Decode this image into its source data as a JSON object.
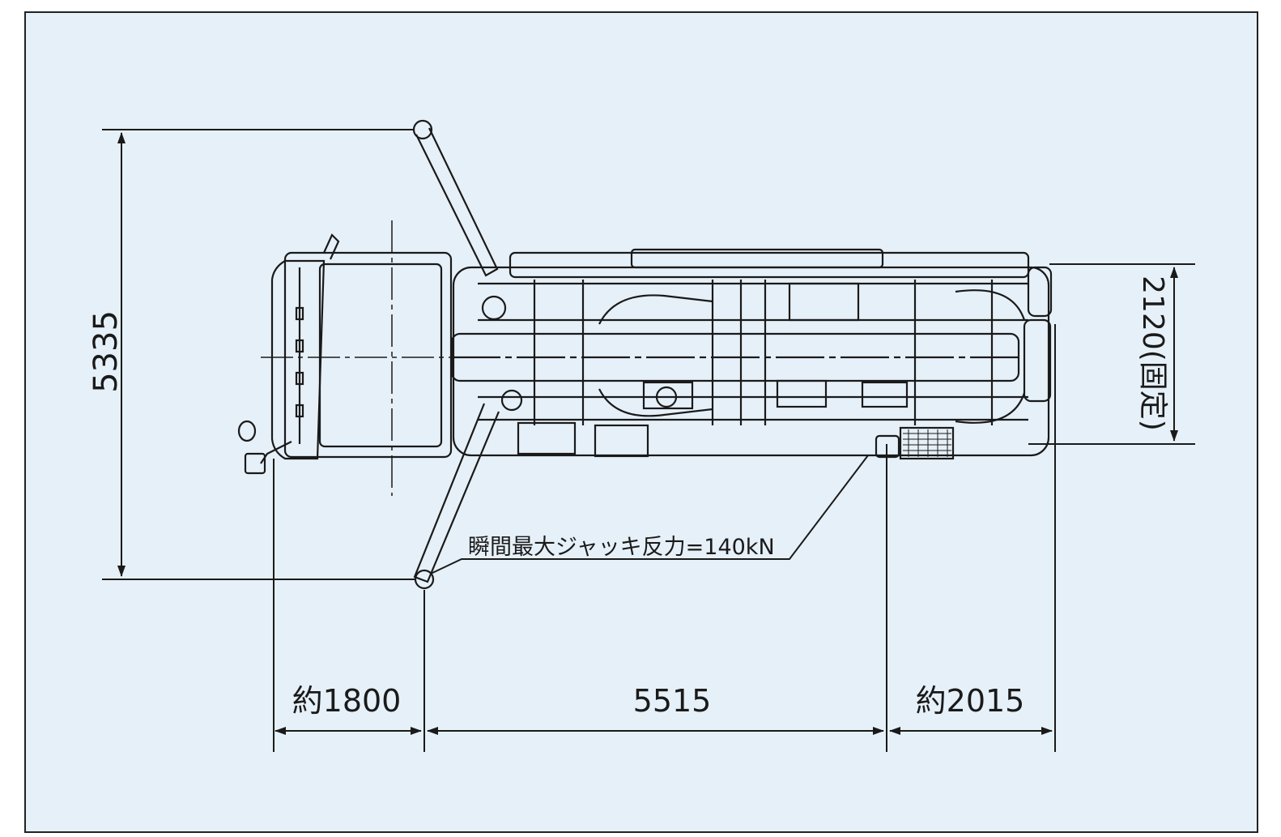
{
  "colors": {
    "background": "#e6f0f8",
    "line": "#1a1a1a",
    "border": "#222222"
  },
  "dimensions": {
    "outrigger_span": "5335",
    "body_width": "2120(固定)",
    "front_overhang": "約1800",
    "outrigger_base": "5515",
    "rear_overhang": "約2015"
  },
  "annotation": {
    "jack_reaction": "瞬間最大ジャッキ反力=140kN"
  }
}
